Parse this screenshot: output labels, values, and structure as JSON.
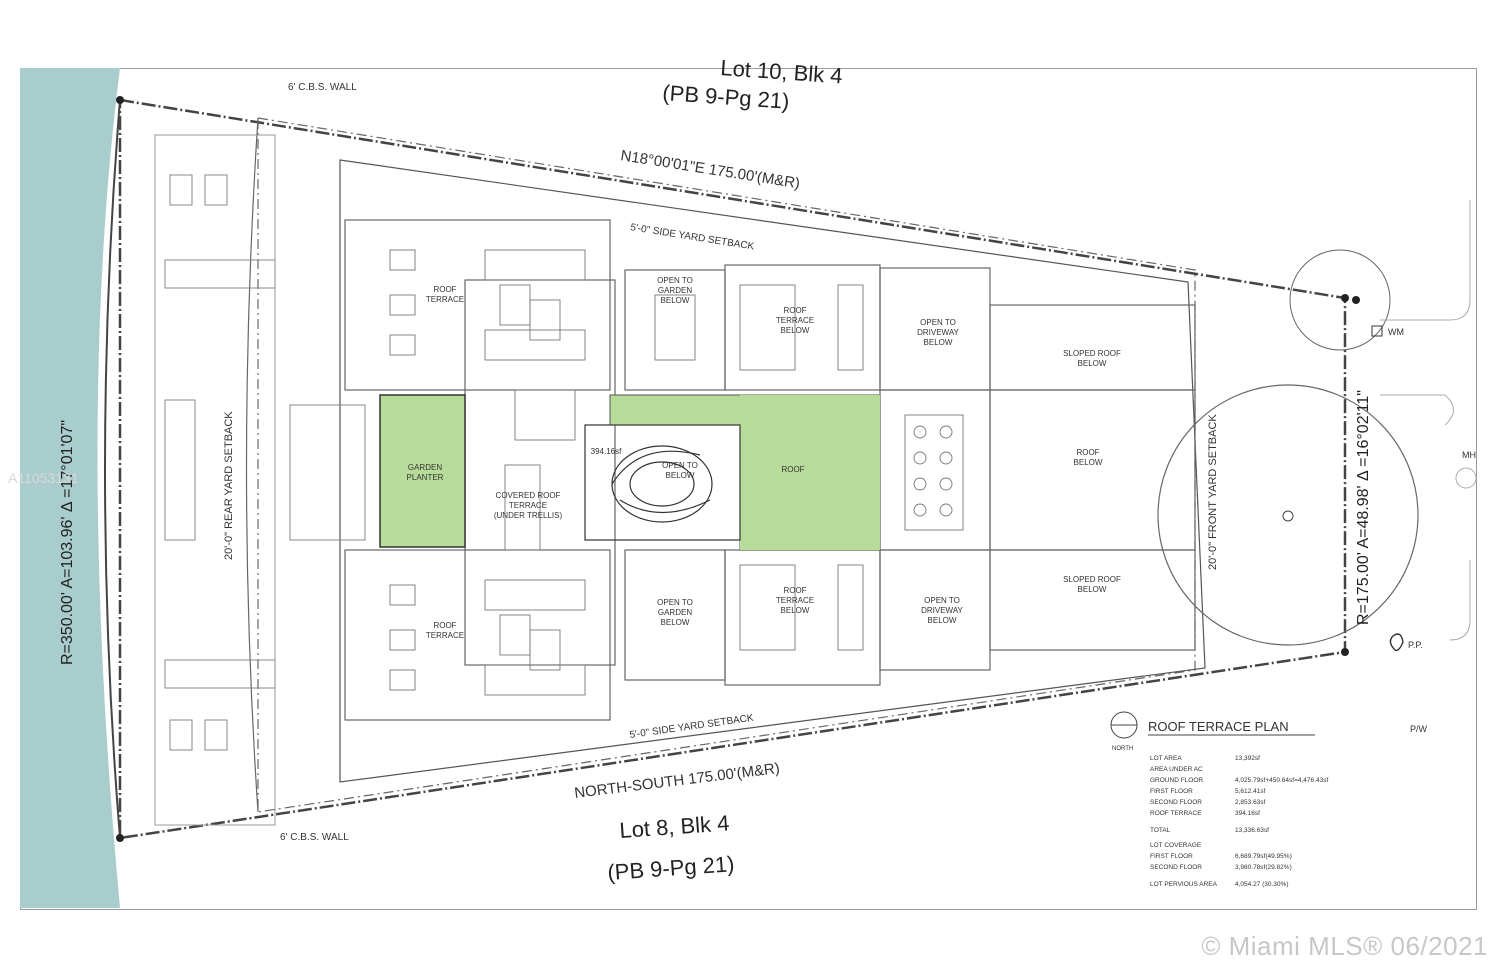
{
  "title_top": "Lot 10, Blk 4",
  "plat_top": "(PB 9-Pg 21)",
  "title_bottom": "Lot 8, Blk 4",
  "plat_bottom": "(PB 9-Pg 21)",
  "wall_top": "6' C.B.S. WALL",
  "wall_bottom": "6' C.B.S. WALL",
  "bearing_north": "N18°00'01\"E  175.00'(M&R)",
  "bearing_south": "NORTH-SOUTH  175.00'(M&R)",
  "setback_side_top": "5'-0\" SIDE YARD SETBACK",
  "setback_side_bottom": "5'-0\" SIDE YARD SETBACK",
  "setback_rear": "20'-0\" REAR YARD SETBACK",
  "setback_front": "20'-0\" FRONT YARD SETBACK",
  "curve_left": "R=350.00'   A=103.96'   Δ =17°01'07\"",
  "curve_right": "R=175.00'   A=48.98'  Δ =16°02'11\"",
  "rooms": {
    "roof_terrace_top": "ROOF\nTERRACE",
    "roof_terrace_bottom": "ROOF\nTERRACE",
    "garden_planter": "GARDEN\nPLANTER",
    "covered_roof_terrace": "COVERED ROOF\nTERRACE\n(UNDER TRELLIS)",
    "stair_area": "394.16sf",
    "open_stair": "OPEN TO\nBELOW",
    "roof_green": "ROOF",
    "open_garden_top": "OPEN TO\nGARDEN\nBELOW",
    "open_garden_bottom": "OPEN TO\nGARDEN\nBELOW",
    "roof_terrace_below_top": "ROOF\nTERRACE\nBELOW",
    "roof_terrace_below_bottom": "ROOF\nTERRACE\nBELOW",
    "open_driveway_top": "OPEN TO\nDRIVEWAY\nBELOW",
    "open_driveway_bottom": "OPEN TO\nDRIVEWAY\nBELOW",
    "sloped_roof_top": "SLOPED ROOF\nBELOW",
    "sloped_roof_bottom": "SLOPED ROOF\nBELOW",
    "roof_below": "ROOF\nBELOW"
  },
  "utility": {
    "wm": "WM",
    "pp": "P.P.",
    "pw": "P/W",
    "mh": "MH"
  },
  "legend": {
    "title": "ROOF TERRACE  PLAN",
    "north": "NORTH",
    "rows": [
      [
        "LOT AREA",
        "13,392sf"
      ],
      [
        "AREA UNDER AC",
        ""
      ],
      [
        "GROUND FLOOR",
        "4,025.79sf+450.64sf=4,476.43sf"
      ],
      [
        "FIRST FLOOR",
        "5,612.41sf"
      ],
      [
        "SECOND FLOOR",
        "2,853.63sf"
      ],
      [
        "ROOF TERRACE",
        "394.16sf"
      ],
      [
        "TOTAL",
        "13,336.63sf"
      ],
      [
        "LOT COVERAGE",
        ""
      ],
      [
        "FIRST FLOOR",
        "6,689.79sf(49.95%)"
      ],
      [
        "SECOND FLOOR",
        "3,980.78sf(29.82%)"
      ],
      [
        "LOT PERVIOUS AREA",
        "4,054.27 (30.30%)"
      ]
    ]
  },
  "watermark_id": "A11053131",
  "mls_mark": "© Miami MLS® 06/2021",
  "colors": {
    "green": "#b7dc9a",
    "water": "#a9cdcc",
    "line": "#555555"
  }
}
